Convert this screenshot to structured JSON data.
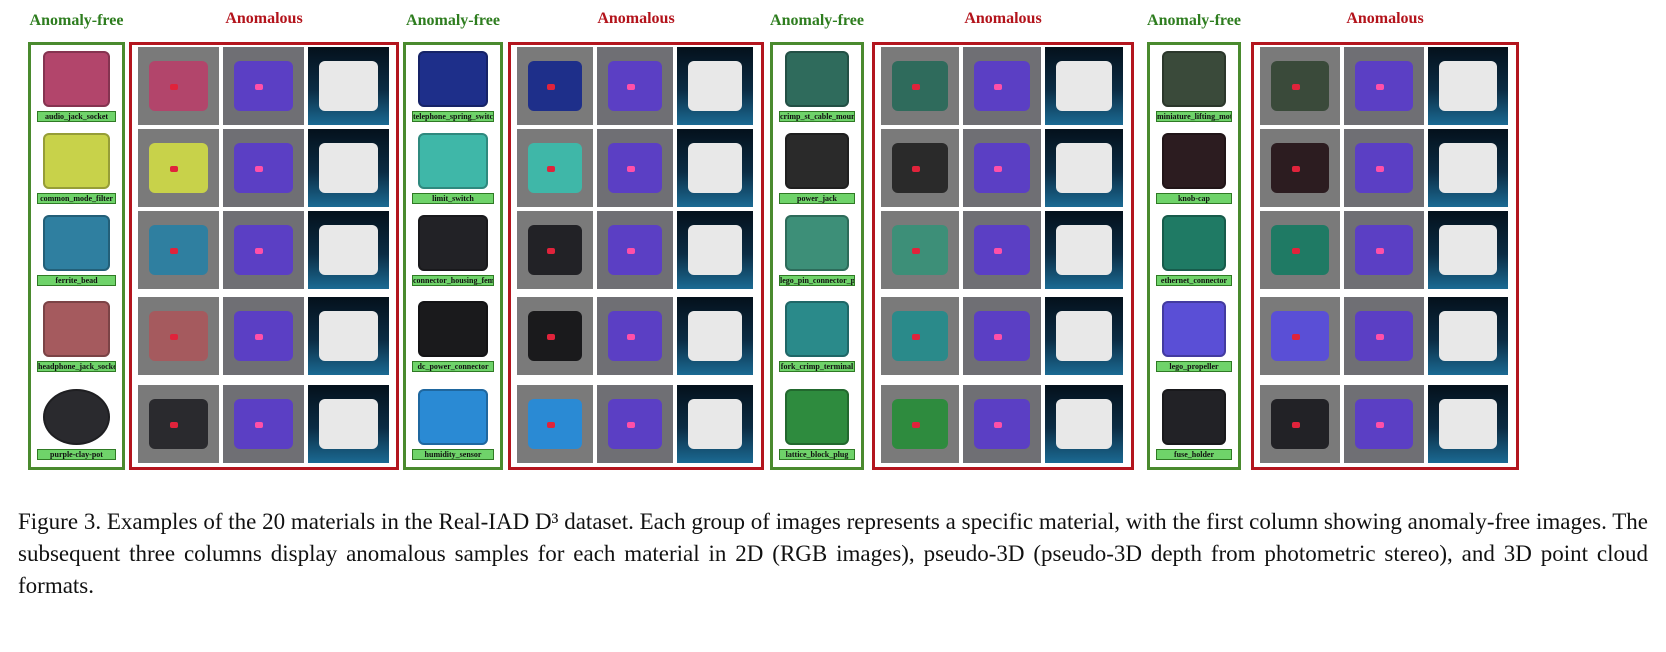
{
  "headers": {
    "anomaly_free": "Anomaly-free",
    "anomalous": "Anomalous"
  },
  "groups": [
    {
      "labels": [
        "audio_jack_socket",
        "common_mode_filter",
        "ferrite_bead",
        "headphone_jack_socket",
        "purple-clay-pot"
      ]
    },
    {
      "labels": [
        "telephone_spring_switch",
        "limit_switch",
        "connector_housing_female",
        "dc_power_connector",
        "humidity_sensor"
      ]
    },
    {
      "labels": [
        "crimp_st_cable_mount_box",
        "power_jack",
        "lego_pin_connector_plate",
        "fork_crimp_terminal",
        "lattice_block_plug"
      ]
    },
    {
      "labels": [
        "miniature_lifting_motor",
        "knob-cap",
        "ethernet_connector",
        "lego_propeller",
        "fuse_holder"
      ]
    }
  ],
  "colors": {
    "anomaly_free": "#2e7d1f",
    "anomalous": "#b3131b",
    "label_bg": "#6fd36a"
  },
  "caption": "Figure 3.  Examples of the 20 materials in the Real-IAD D³ dataset.  Each group of images represents a specific material, with the first column showing anomaly-free images. The subsequent three columns display anomalous samples for each material in 2D (RGB images), pseudo-3D (pseudo-3D depth from photometric stereo), and 3D point cloud formats."
}
